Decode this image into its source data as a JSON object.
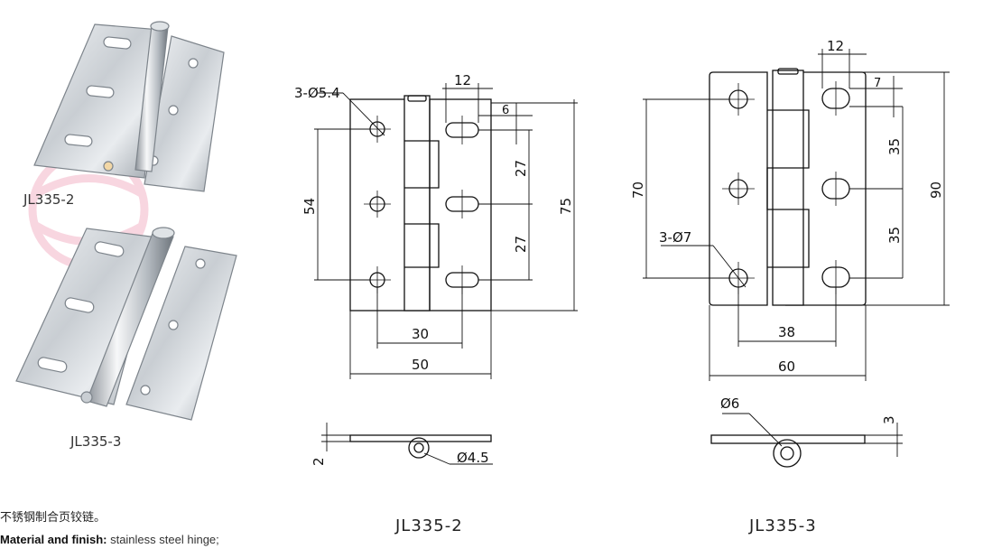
{
  "products": {
    "photo_top_label": "JL335-2",
    "photo_bottom_label": "JL335-3"
  },
  "drawings": {
    "jl335_2": {
      "caption": "JL335-2",
      "dims": {
        "holes": "3-Ø5.4",
        "slot_width": "12",
        "slot_offset": "6",
        "pitch_a": "27",
        "pitch_b": "27",
        "hole_span": "54",
        "height": "75",
        "hole_spacing": "30",
        "width": "50",
        "thickness": "2",
        "pin": "Ø4.5"
      }
    },
    "jl335_3": {
      "caption": "JL335-3",
      "dims": {
        "slot_width": "12",
        "slot_offset": "7",
        "pitch_a": "35",
        "pitch_b": "35",
        "hole_span": "70",
        "height": "90",
        "holes": "3-Ø7",
        "hole_spacing": "38",
        "width": "60",
        "pin": "Ø6",
        "thickness": "3"
      }
    }
  },
  "notes": {
    "cn": "不锈钢制合页铰链。",
    "en_label": "Material and finish:",
    "en_value": " stainless steel hinge;"
  },
  "colors": {
    "line": "#111111",
    "watermark": "#f4b6c8"
  }
}
